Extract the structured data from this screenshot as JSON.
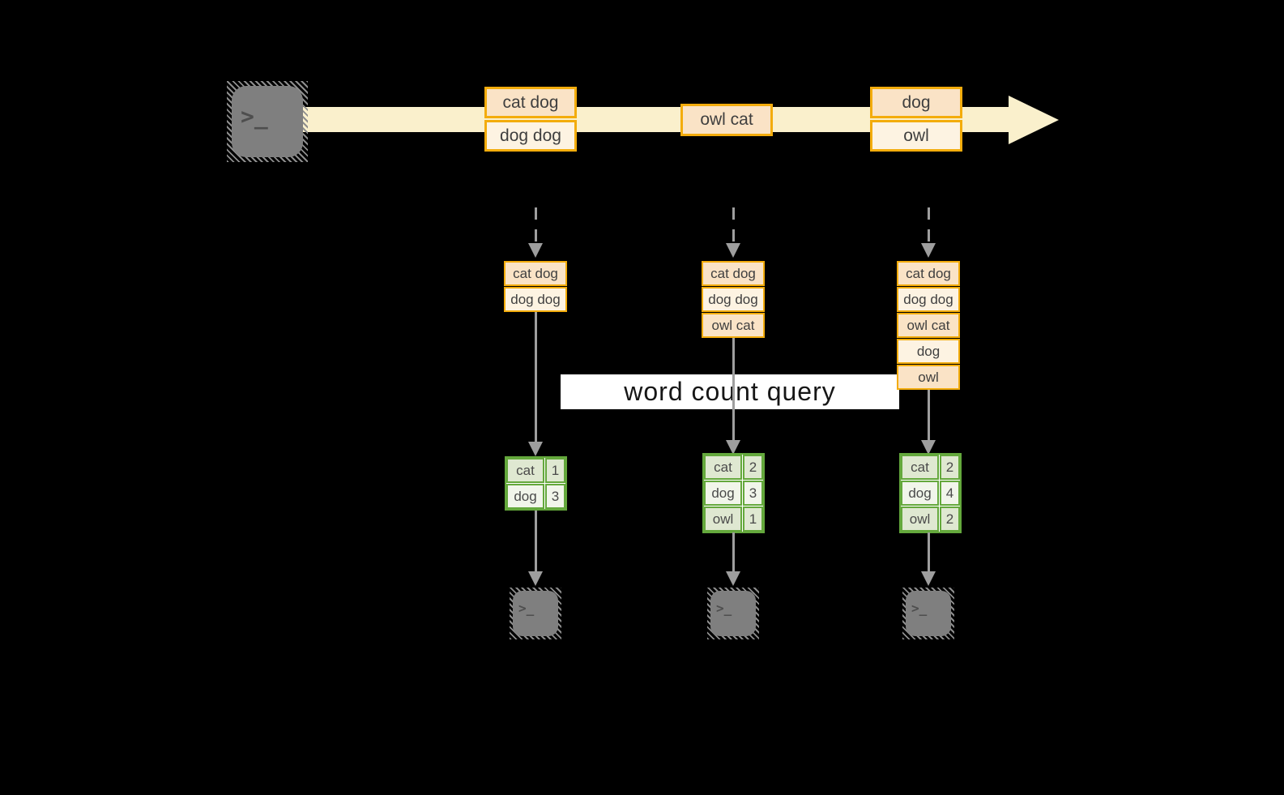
{
  "query": {
    "label": "word count query"
  },
  "icons": {
    "prompt": ">",
    "cursor": "_"
  },
  "colors": {
    "orange_border": "#F3AC0C",
    "peach_fill": "#FAE3C6",
    "cream_fill": "#FDF3E2",
    "stream_band": "#FAF0CC",
    "green_border": "#64A83C",
    "green_fill": "#DFE8D1",
    "green_fill_light": "#F1F5EA",
    "arrow_gray": "#9E9E9E",
    "terminal_gray": "#7F7F7F"
  },
  "stream": {
    "batches": [
      [
        "cat dog",
        "dog dog"
      ],
      [
        "owl cat"
      ],
      [
        "dog",
        "owl"
      ]
    ]
  },
  "columns": [
    {
      "input": [
        "cat dog",
        "dog dog"
      ],
      "counts": [
        [
          "cat",
          "1"
        ],
        [
          "dog",
          "3"
        ]
      ]
    },
    {
      "input": [
        "cat dog",
        "dog dog",
        "owl cat"
      ],
      "counts": [
        [
          "cat",
          "2"
        ],
        [
          "dog",
          "3"
        ],
        [
          "owl",
          "1"
        ]
      ]
    },
    {
      "input": [
        "cat dog",
        "dog dog",
        "owl cat",
        "dog",
        "owl"
      ],
      "counts": [
        [
          "cat",
          "2"
        ],
        [
          "dog",
          "4"
        ],
        [
          "owl",
          "2"
        ]
      ]
    }
  ]
}
